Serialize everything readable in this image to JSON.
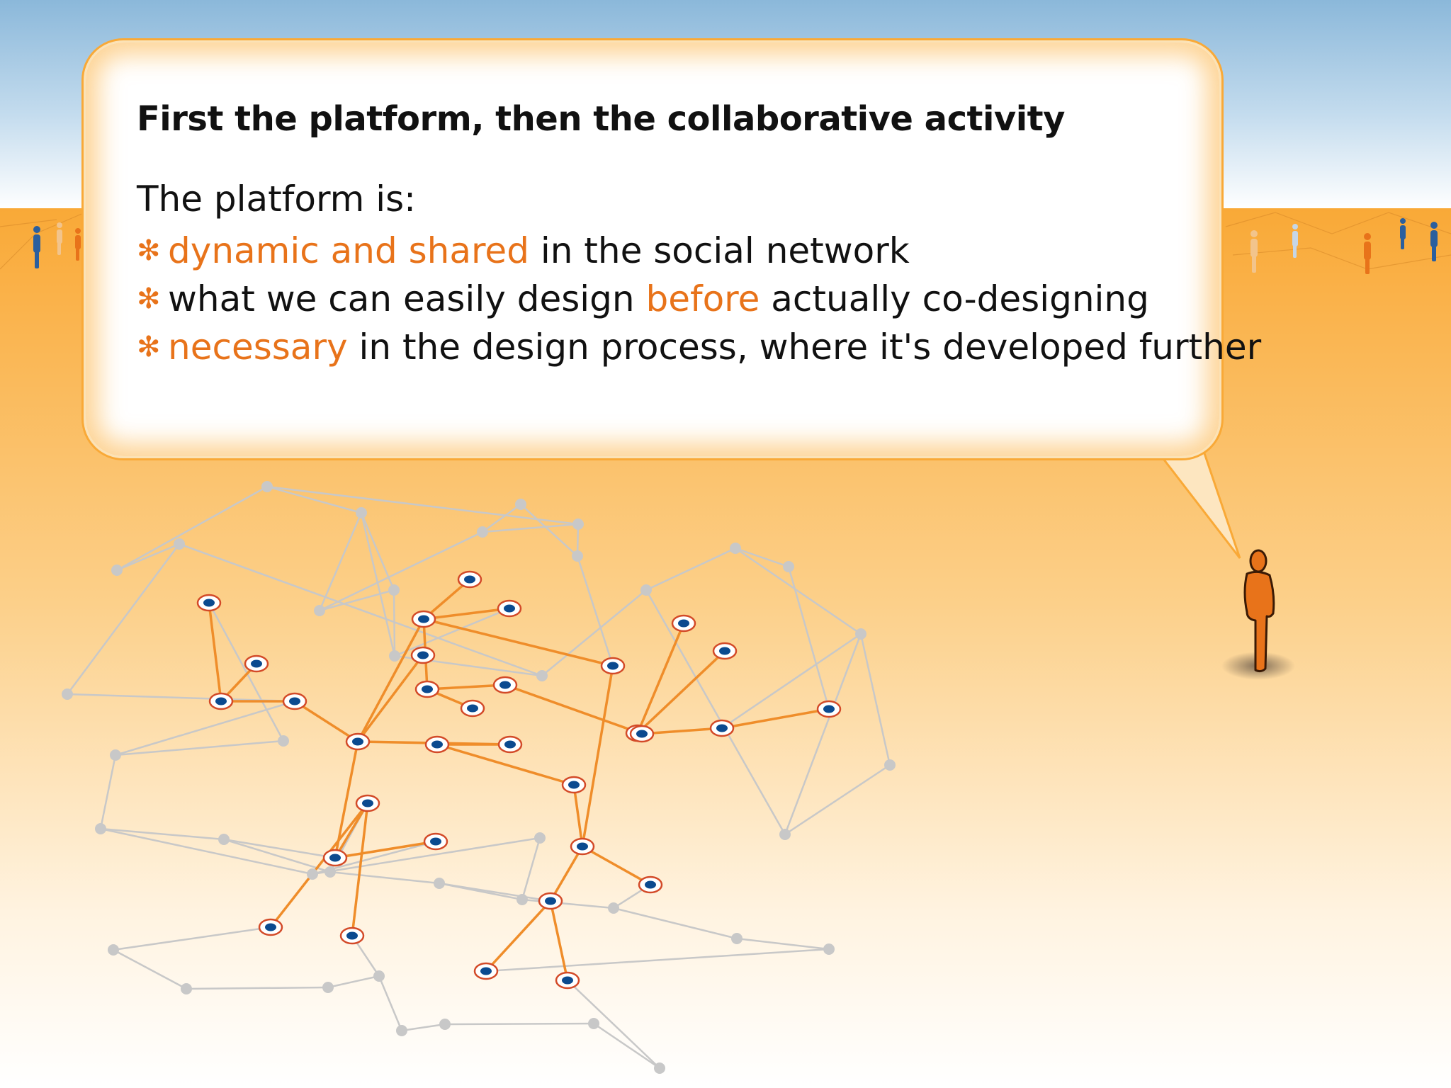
{
  "slide": {
    "title": "First the platform, then the collaborative activity",
    "intro": "The platform is:",
    "bullets": [
      {
        "highlight": "dynamic and shared",
        "text": " in the social network"
      },
      {
        "prefix": "what we can easily design ",
        "highlight": "before",
        "text": " actually co-designing"
      },
      {
        "highlight": "necessary",
        "text": " in the design process, where it's developed further"
      }
    ],
    "bullet_icon": "asterisk-icon"
  },
  "colors": {
    "sky": "#8bb8da",
    "ground_top": "#f9a937",
    "ground_bottom": "#ffffff",
    "accent": "#e8731a",
    "node_fill": "#0b4a8f",
    "grey_link": "#c8c8c8"
  },
  "figure": {
    "icon": "person-icon",
    "color": "#e8731a"
  }
}
